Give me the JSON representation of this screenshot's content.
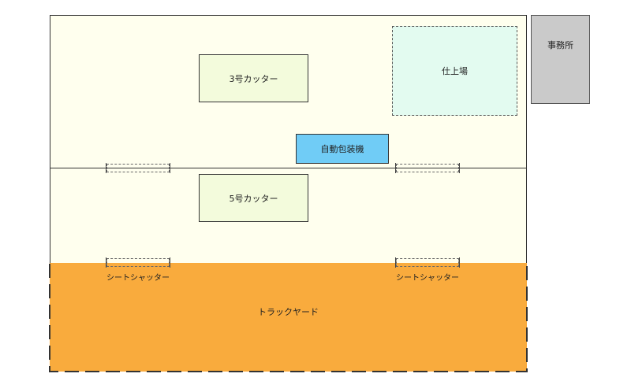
{
  "areas": {
    "cutter3": "3号カッター",
    "cutter5": "5号カッター",
    "finishing": "仕上場",
    "packer": "自動包装機",
    "office": "事務所",
    "yard": "トラックヤード"
  },
  "shutters": {
    "left_label": "シートシャッター",
    "right_label": "シートシャッター"
  },
  "colors": {
    "factory_floor": "#ffffee",
    "cutter": "#f3fbdc",
    "finishing": "#e3fbf0",
    "packer": "#70ccf6",
    "office": "#cacaca",
    "yard": "#f9ab3d"
  }
}
